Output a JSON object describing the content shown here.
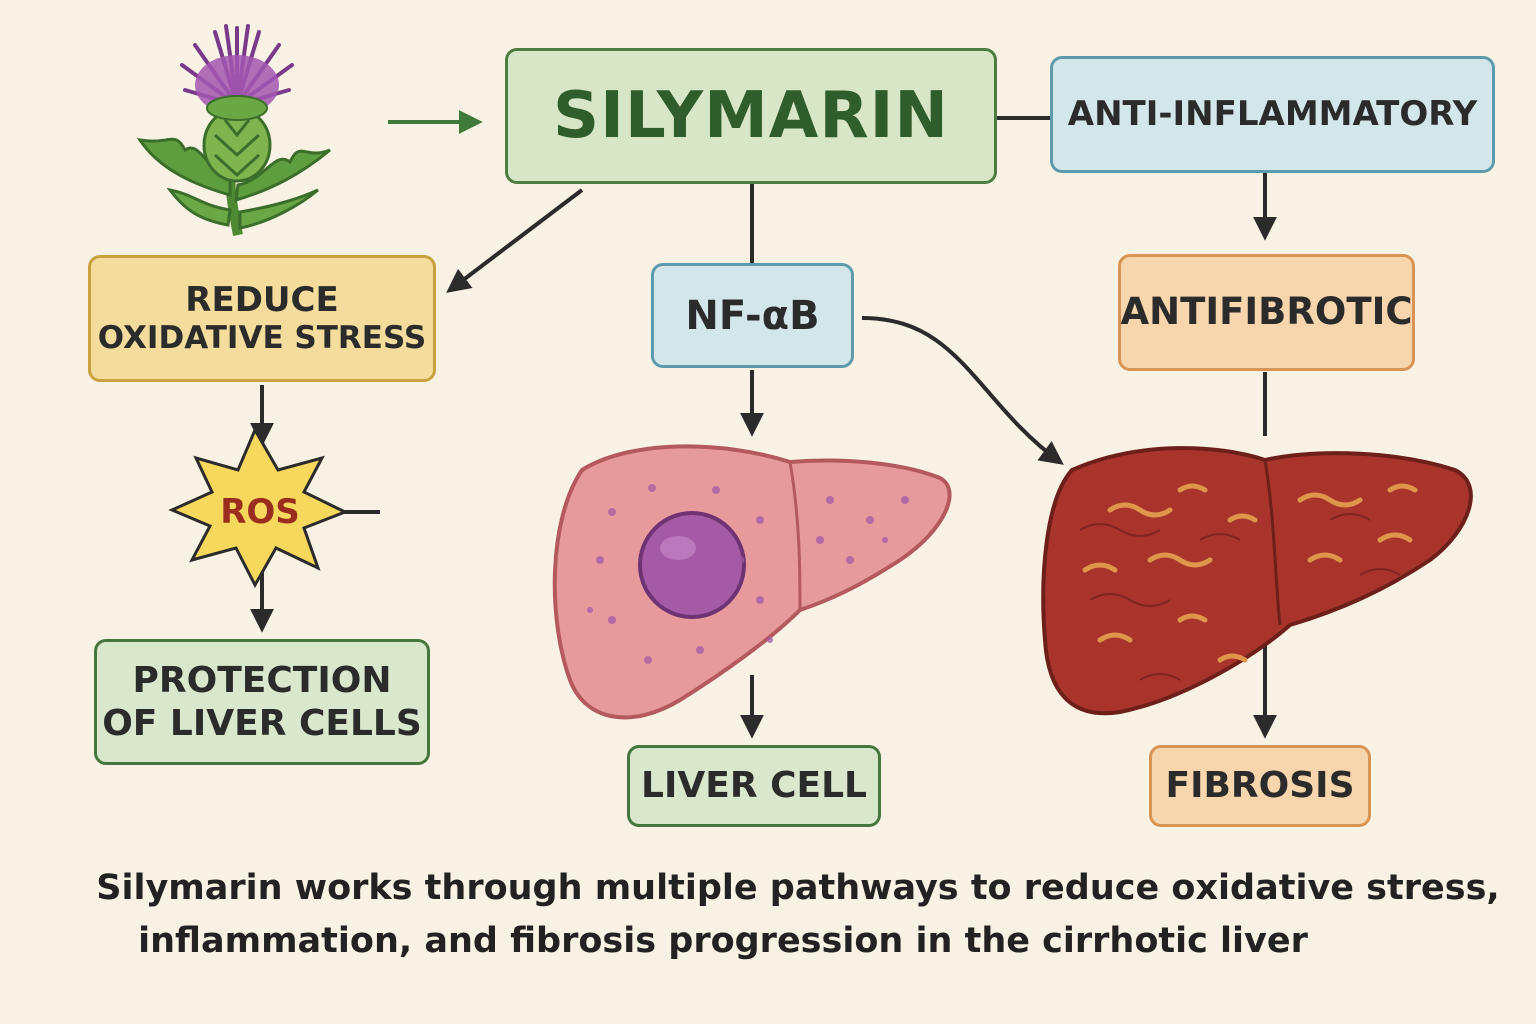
{
  "nodes": {
    "silymarin": "SILYMARIN",
    "anti_inflammatory": "ANTI-INFLAMMATORY",
    "reduce_line1": "REDUCE",
    "reduce_line2": "OXIDATIVE STRESS",
    "nfkb": "NF-αB",
    "antifibrotic": "ANTIFIBROTIC",
    "ros": "ROS",
    "protection_line1": "PROTECTION",
    "protection_line2": "OF LIVER CELLS",
    "liver_cell": "LIVER CELL",
    "fibrosis": "FIBROSIS"
  },
  "caption": {
    "line1": "Silymarin works through multiple pathways to reduce oxidative stress,",
    "line2": "inflammation, and fibrosis progression in the cirrhotic liver"
  },
  "colors": {
    "background": "#f8f2e4",
    "green_box": "#d7e6c7",
    "blue_box": "#d3e7ea",
    "yellow_box": "#f4dc9c",
    "orange_box": "#f8d6ad",
    "healthy_liver": "#e79a9c",
    "cirrhotic_liver": "#a8342c",
    "thistle_flower": "#a357b0",
    "thistle_leaf": "#5f9e3e"
  },
  "icons": [
    "milk-thistle-icon",
    "ros-burst-icon",
    "healthy-liver-icon",
    "cirrhotic-liver-icon"
  ]
}
